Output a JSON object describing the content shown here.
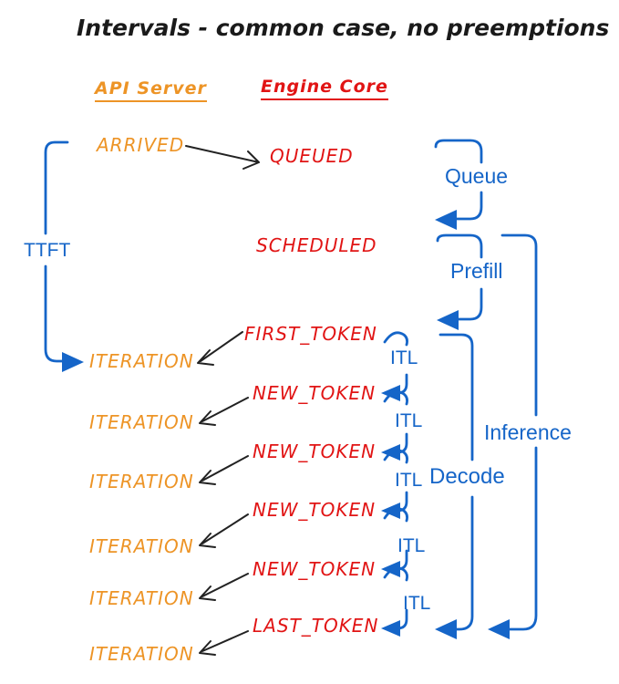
{
  "title": "Intervals - common case, no preemptions",
  "columns": {
    "api_server": "API Server",
    "engine_core": "Engine Core"
  },
  "lifecycle": {
    "arrived": "ARRIVED",
    "queued": "QUEUED",
    "scheduled": "SCHEDULED"
  },
  "token_rows": [
    {
      "token": "FIRST_TOKEN",
      "iteration": "ITERATION"
    },
    {
      "token": "NEW_TOKEN",
      "iteration": "ITERATION"
    },
    {
      "token": "NEW_TOKEN",
      "iteration": "ITERATION"
    },
    {
      "token": "NEW_TOKEN",
      "iteration": "ITERATION"
    },
    {
      "token": "NEW_TOKEN",
      "iteration": "ITERATION"
    },
    {
      "token": "LAST_TOKEN",
      "iteration": "ITERATION"
    }
  ],
  "intervals": {
    "ttft": "TTFT",
    "queue": "Queue",
    "prefill": "Prefill",
    "itl": "ITL",
    "decode": "Decode",
    "inference": "Inference"
  },
  "colors": {
    "api_server_orange": "#ED9426",
    "engine_core_red": "#E11414",
    "interval_blue": "#1565C8",
    "arrow_black": "#222222",
    "background": "#FFFFFF"
  }
}
